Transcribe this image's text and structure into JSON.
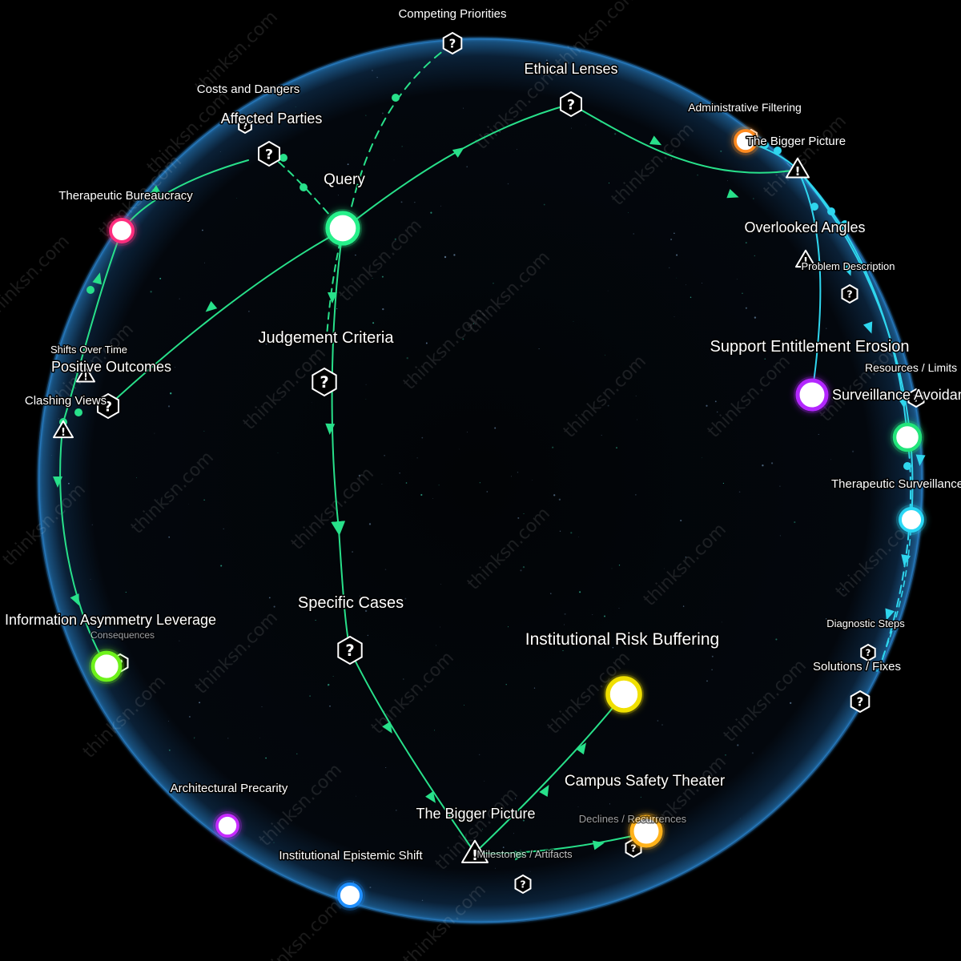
{
  "watermark": "thinksn.com",
  "colors": {
    "background": "#000000",
    "sphere_edge": "#3aa6ff",
    "edge_green": "#28e08a",
    "edge_cyan": "#2fd6ee",
    "label": "#ffffff"
  },
  "main_nodes": {
    "query": {
      "label": "Query",
      "color": "#26f08a"
    },
    "therapeutic_bureaucracy": {
      "label": "Therapeutic Bureaucracy",
      "color": "#ff2e7e"
    },
    "information_asymmetry_leverage": {
      "label": "Information Asymmetry Leverage",
      "color": "#6df21a"
    },
    "institutional_risk_buffering": {
      "label": "Institutional Risk Buffering",
      "color": "#f0e000"
    },
    "campus_safety_theater": {
      "label": "Campus Safety Theater",
      "color": "#ffb21a"
    },
    "surveillance_avoidance": {
      "label": "Surveillance Avoidan",
      "color": "#b327ff"
    },
    "support_entitlement_erosion": {
      "label": "Support Entitlement Erosion",
      "color": "#22e57a"
    },
    "therapeutic_surveillance": {
      "label": "Therapeutic Surveillance",
      "color": "#2ad8f5"
    },
    "architectural_precarity": {
      "label": "Architectural Precarity",
      "color": "#c72bff"
    },
    "institutional_epistemic_shift": {
      "label": "Institutional Epistemic Shift",
      "color": "#1f8fff"
    },
    "the_bigger_picture_top": {
      "label": "The Bigger Picture",
      "color": "#ff8a1f"
    }
  },
  "question_nodes": {
    "competing_priorities": {
      "label": "Competing Priorities",
      "icon": "question-hexagon-icon"
    },
    "ethical_lenses": {
      "label": "Ethical Lenses",
      "icon": "question-hexagon-icon"
    },
    "costs_and_dangers": {
      "label": "Costs and Dangers",
      "icon": "question-hexagon-icon"
    },
    "affected_parties": {
      "label": "Affected Parties",
      "icon": "question-hexagon-icon"
    },
    "judgement_criteria": {
      "label": "Judgement Criteria",
      "icon": "question-hexagon-icon"
    },
    "positive_outcomes": {
      "label": "Positive Outcomes",
      "icon": "question-hexagon-icon"
    },
    "clashing_views": {
      "label": "Clashing Views",
      "icon": "question-hexagon-icon"
    },
    "specific_cases": {
      "label": "Specific Cases",
      "icon": "question-hexagon-icon"
    },
    "consequences": {
      "label": "Consequences",
      "icon": "question-hexagon-icon"
    },
    "milestones_artifacts": {
      "label": "Milestones / Artifacts",
      "icon": "question-hexagon-icon"
    },
    "declines_recurrences": {
      "label": "Declines / Recurrences",
      "icon": "question-hexagon-icon"
    },
    "problem_description": {
      "label": "Problem Description",
      "icon": "question-hexagon-icon"
    },
    "resources_limits": {
      "label": "Resources / Limits",
      "icon": "question-hexagon-icon"
    },
    "diagnostic_steps": {
      "label": "Diagnostic Steps",
      "icon": "question-hexagon-icon"
    },
    "solutions_fixes": {
      "label": "Solutions / Fixes",
      "icon": "question-hexagon-icon"
    },
    "administrative_filtering": {
      "label": "Administrative Filtering",
      "icon": "question-hexagon-icon"
    }
  },
  "warning_nodes": {
    "shifts_over_time": {
      "label": "Shifts Over Time",
      "icon": "warning-triangle-icon"
    },
    "the_bigger_picture_bottom": {
      "label": "The Bigger Picture",
      "icon": "warning-triangle-icon"
    },
    "overlooked_angles": {
      "label": "Overlooked Angles",
      "icon": "warning-triangle-icon"
    }
  }
}
